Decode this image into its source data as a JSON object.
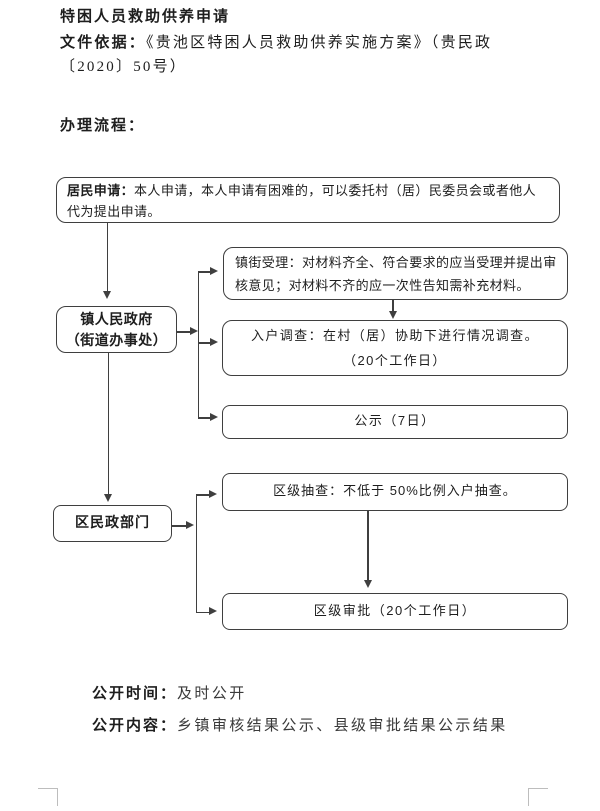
{
  "document": {
    "title": "特困人员救助供养申请",
    "basis_label": "文件依据：",
    "basis_line1": "《贵池区特困人员救助供养实施方案》（贵民政",
    "basis_line2": "〔2020〕50号）",
    "process_label": "办理流程："
  },
  "flowchart": {
    "resident": {
      "label": "居民申请：",
      "text": "本人申请，本人申请有困难的，可以委托村（居）民委员会或者他人代为提出申请。"
    },
    "town_government": {
      "line1": "镇人民政府",
      "line2": "（街道办事处）"
    },
    "town_acceptance": {
      "text": "镇街受理：对材料齐全、符合要求的应当受理并提出审核意见；对材料不齐的应一次性告知需补充材料。"
    },
    "household_survey": {
      "line1": "入户调查：在村（居）协助下进行情况调查。",
      "line2": "（20个工作日）"
    },
    "publicity": {
      "text": "公示（7日）"
    },
    "district_civil_affairs": {
      "text": "区民政部门"
    },
    "district_sampling": {
      "text": "区级抽查：不低于 50%比例入户抽查。"
    },
    "district_approval": {
      "text": "区级审批（20个工作日）"
    }
  },
  "footer": {
    "publish_time_label": "公开时间：",
    "publish_time": "及时公开",
    "publish_content_label": "公开内容：",
    "publish_content": "乡镇审核结果公示、县级审批结果公示结果"
  },
  "colors": {
    "line": "#3f3f3f",
    "ink": "#1e1e1e",
    "boundary_mark": "#bdbdbd"
  }
}
